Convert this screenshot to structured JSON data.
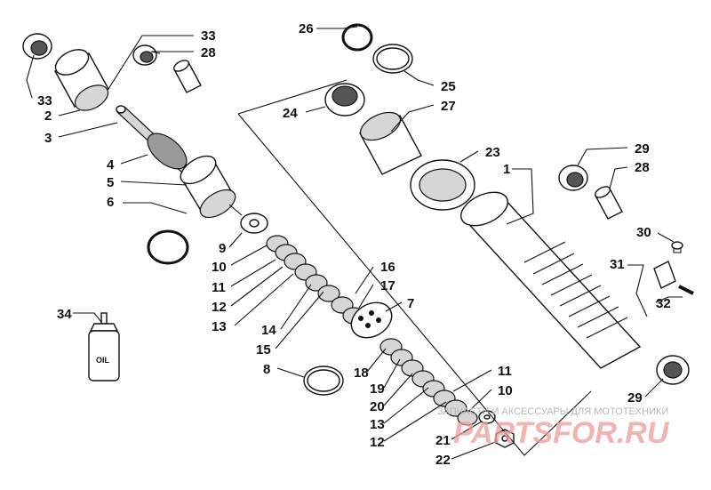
{
  "callouts": [
    {
      "id": "c33a",
      "text": "33"
    },
    {
      "id": "c28a",
      "text": "28"
    },
    {
      "id": "c33b",
      "text": "33"
    },
    {
      "id": "c2",
      "text": "2"
    },
    {
      "id": "c3",
      "text": "3"
    },
    {
      "id": "c4",
      "text": "4"
    },
    {
      "id": "c5",
      "text": "5"
    },
    {
      "id": "c6",
      "text": "6"
    },
    {
      "id": "c9",
      "text": "9"
    },
    {
      "id": "c10a",
      "text": "10"
    },
    {
      "id": "c11a",
      "text": "11"
    },
    {
      "id": "c12a",
      "text": "12"
    },
    {
      "id": "c13a",
      "text": "13"
    },
    {
      "id": "c14",
      "text": "14"
    },
    {
      "id": "c15",
      "text": "15"
    },
    {
      "id": "c16",
      "text": "16"
    },
    {
      "id": "c17",
      "text": "17"
    },
    {
      "id": "c7",
      "text": "7"
    },
    {
      "id": "c8",
      "text": "8"
    },
    {
      "id": "c18",
      "text": "18"
    },
    {
      "id": "c19",
      "text": "19"
    },
    {
      "id": "c20",
      "text": "20"
    },
    {
      "id": "c13b",
      "text": "13"
    },
    {
      "id": "c12b",
      "text": "12"
    },
    {
      "id": "c11b",
      "text": "11"
    },
    {
      "id": "c10b",
      "text": "10"
    },
    {
      "id": "c21",
      "text": "21"
    },
    {
      "id": "c22",
      "text": "22"
    },
    {
      "id": "c26",
      "text": "26"
    },
    {
      "id": "c25",
      "text": "25"
    },
    {
      "id": "c24",
      "text": "24"
    },
    {
      "id": "c27",
      "text": "27"
    },
    {
      "id": "c23",
      "text": "23"
    },
    {
      "id": "c1",
      "text": "1"
    },
    {
      "id": "c29a",
      "text": "29"
    },
    {
      "id": "c28b",
      "text": "28"
    },
    {
      "id": "c30",
      "text": "30"
    },
    {
      "id": "c31",
      "text": "31"
    },
    {
      "id": "c32",
      "text": "32"
    },
    {
      "id": "c29b",
      "text": "29"
    },
    {
      "id": "c34",
      "text": "34"
    }
  ],
  "oil_label": "OIL",
  "watermark": {
    "line1": "ЗАПЧАСТИ И АКСЕССУАРЫ ДЛЯ МОТОТЕХНИКИ",
    "line2": "PARTSFOR.RU"
  }
}
